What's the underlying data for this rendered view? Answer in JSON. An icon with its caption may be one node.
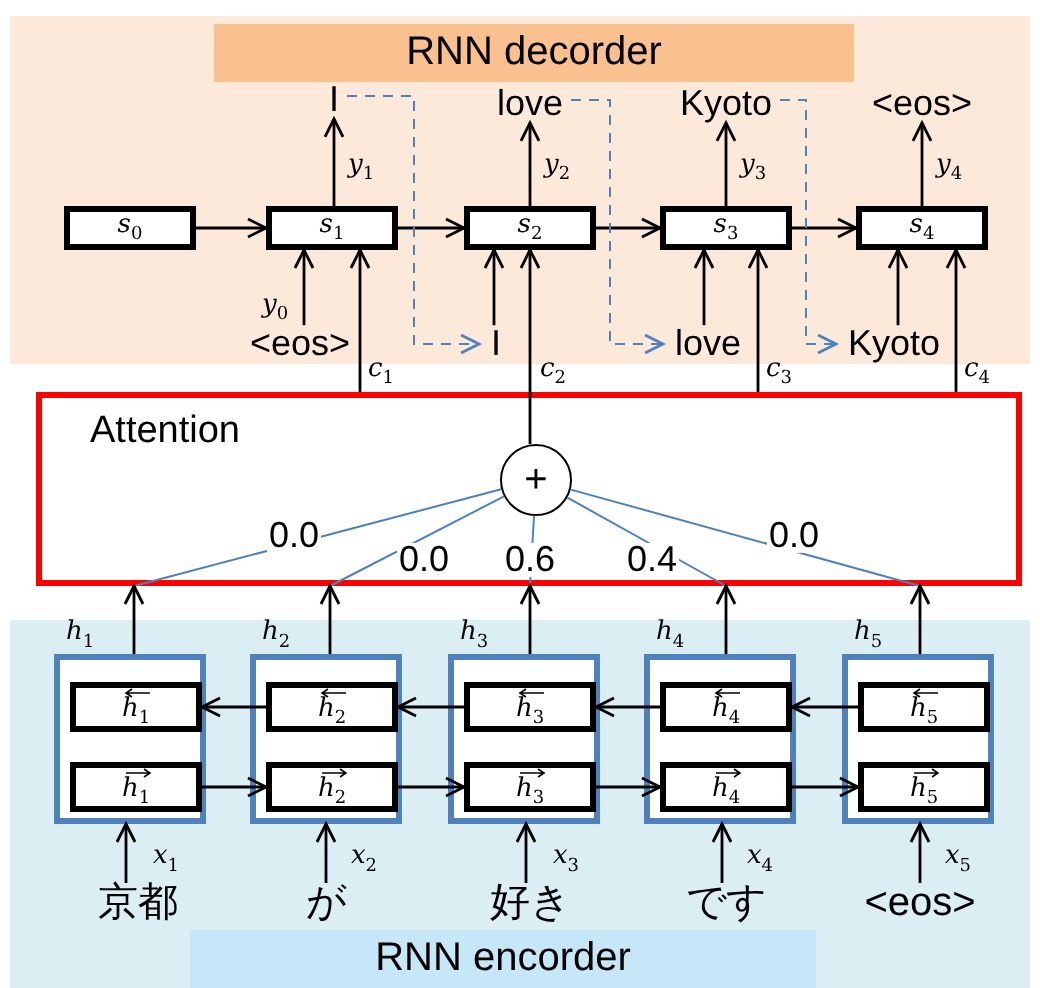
{
  "diagram": {
    "nodes": [
      {
        "text": [
          "RNN decorder"
        ]
      },
      {
        "text": [
          "*s*$_{0}$"
        ],
        "in": 0
      },
      {
        "text": [
          "*s*$_{1}$"
        ],
        "in": 0
      },
      {
        "text": [
          "*s*$_{2}$"
        ],
        "in": 0
      },
      {
        "text": [
          "*s*$_{3}$"
        ],
        "in": 0
      },
      {
        "text": [
          "*s*$_{4}$"
        ],
        "in": 0
      },
      {
        "text": [
          "I"
        ],
        "in": 0
      },
      {
        "text": [
          "love"
        ],
        "in": 0
      },
      {
        "text": [
          "Kyoto"
        ],
        "in": 0
      },
      {
        "text": [
          "<eos>"
        ],
        "in": 0
      },
      {
        "text": [
          "<eos>"
        ],
        "in": 0
      },
      {
        "text": [
          "I"
        ],
        "in": 0
      },
      {
        "text": [
          "love"
        ],
        "in": 0
      },
      {
        "text": [
          "Kyoto"
        ],
        "in": 0
      },
      {
        "text": [
          "Attention"
        ]
      },
      {
        "text": [
          "+"
        ],
        "in": 14
      },
      {
        "text": [
          "RNN encorder"
        ]
      },
      {
        "text": [],
        "shape": "box",
        "in": 16
      },
      {
        "text": [
          "*h*$_{1}$"
        ],
        "in": 17
      },
      {
        "text": [
          "*h*$_{1}$"
        ],
        "in": 17
      },
      {
        "text": [],
        "shape": "box",
        "in": 16
      },
      {
        "text": [
          "*h*$_{2}$"
        ],
        "in": 20
      },
      {
        "text": [
          "*h*$_{2}$"
        ],
        "in": 20
      },
      {
        "text": [],
        "shape": "box",
        "in": 16
      },
      {
        "text": [
          "*h*$_{3}$"
        ],
        "in": 23
      },
      {
        "text": [
          "*h*$_{3}$"
        ],
        "in": 23
      },
      {
        "text": [],
        "shape": "box",
        "in": 16
      },
      {
        "text": [
          "*h*$_{4}$"
        ],
        "in": 26
      },
      {
        "text": [
          "*h*$_{4}$"
        ],
        "in": 26
      },
      {
        "text": [],
        "shape": "box",
        "in": 16
      },
      {
        "text": [
          "*h*$_{5}$"
        ],
        "in": 29
      },
      {
        "text": [
          "*h*$_{5}$"
        ],
        "in": 29
      },
      {
        "text": [
          "京都"
        ],
        "in": 16
      },
      {
        "text": [
          "が"
        ],
        "in": 16
      },
      {
        "text": [
          "好き"
        ],
        "in": 16
      },
      {
        "text": [
          "です"
        ],
        "in": 16
      },
      {
        "text": [
          "<eos>"
        ],
        "in": 16
      }
    ],
    "edges": [
      {
        "from": 1,
        "to": 2,
        "arrow": "to"
      },
      {
        "from": 2,
        "to": 3,
        "arrow": "to"
      },
      {
        "from": 3,
        "to": 4,
        "arrow": "to"
      },
      {
        "from": 4,
        "to": 5,
        "arrow": "to"
      },
      {
        "from": 2,
        "to": 6,
        "arrow": "to",
        "label": "*y*$_{1}$"
      },
      {
        "from": 3,
        "to": 7,
        "arrow": "to",
        "label": "*y*$_{2}$"
      },
      {
        "from": 4,
        "to": 8,
        "arrow": "to",
        "label": "*y*$_{3}$"
      },
      {
        "from": 5,
        "to": 9,
        "arrow": "to",
        "label": "*y*$_{4}$"
      },
      {
        "from": 10,
        "to": 2,
        "arrow": "to",
        "label": "*y*$_{0}$"
      },
      {
        "from": 11,
        "to": 3,
        "arrow": "to"
      },
      {
        "from": 12,
        "to": 4,
        "arrow": "to"
      },
      {
        "from": 13,
        "to": 5,
        "arrow": "to"
      },
      {
        "from": 6,
        "to": 11,
        "arrow": "to",
        "style": "dashed",
        "color": "#4f81bd"
      },
      {
        "from": 7,
        "to": 12,
        "arrow": "to",
        "style": "dashed",
        "color": "#4f81bd"
      },
      {
        "from": 8,
        "to": 13,
        "arrow": "to",
        "style": "dashed",
        "color": "#4f81bd"
      },
      {
        "from": 14,
        "to": 2,
        "arrow": "to",
        "label": "*c*$_{1}$"
      },
      {
        "from": 15,
        "to": 3,
        "arrow": "to",
        "label": "*c*$_{2}$"
      },
      {
        "from": 14,
        "to": 4,
        "arrow": "to",
        "label": "*c*$_{3}$"
      },
      {
        "from": 14,
        "to": 5,
        "arrow": "to",
        "label": "*c*$_{4}$"
      },
      {
        "from": null,
        "to": 15,
        "arrow": "none",
        "color": "#4f81bd",
        "label": "0.0"
      },
      {
        "from": null,
        "to": 15,
        "arrow": "none",
        "color": "#4f81bd",
        "label": "0.0"
      },
      {
        "from": null,
        "to": 15,
        "arrow": "none",
        "color": "#4f81bd",
        "label": "0.6"
      },
      {
        "from": null,
        "to": 15,
        "arrow": "none",
        "color": "#4f81bd",
        "label": "0.4"
      },
      {
        "from": null,
        "to": 15,
        "arrow": "none",
        "color": "#4f81bd",
        "label": "0.0"
      },
      {
        "from": 17,
        "to": 14,
        "arrow": "to",
        "label": "*h*$_{1}$"
      },
      {
        "from": 20,
        "to": 14,
        "arrow": "to",
        "label": "*h*$_{2}$"
      },
      {
        "from": 23,
        "to": 14,
        "arrow": "to",
        "label": "*h*$_{3}$"
      },
      {
        "from": 26,
        "to": 14,
        "arrow": "to",
        "label": "*h*$_{4}$"
      },
      {
        "from": 29,
        "to": 14,
        "arrow": "to",
        "label": "*h*$_{5}$"
      },
      {
        "from": 21,
        "to": 18,
        "arrow": "to"
      },
      {
        "from": 24,
        "to": 21,
        "arrow": "to"
      },
      {
        "from": 27,
        "to": 24,
        "arrow": "to"
      },
      {
        "from": 30,
        "to": 27,
        "arrow": "to"
      },
      {
        "from": 19,
        "to": 22,
        "arrow": "to"
      },
      {
        "from": 22,
        "to": 25,
        "arrow": "to"
      },
      {
        "from": 25,
        "to": 28,
        "arrow": "to"
      },
      {
        "from": 28,
        "to": 31,
        "arrow": "to"
      },
      {
        "from": 32,
        "to": 17,
        "arrow": "to",
        "label": "*x*$_{1}$"
      },
      {
        "from": 33,
        "to": 20,
        "arrow": "to",
        "label": "*x*$_{2}$"
      },
      {
        "from": 34,
        "to": 23,
        "arrow": "to",
        "label": "*x*$_{3}$"
      },
      {
        "from": 35,
        "to": 26,
        "arrow": "to",
        "label": "*x*$_{4}$"
      },
      {
        "from": 36,
        "to": 29,
        "arrow": "to",
        "label": "*x*$_{5}$"
      }
    ]
  }
}
